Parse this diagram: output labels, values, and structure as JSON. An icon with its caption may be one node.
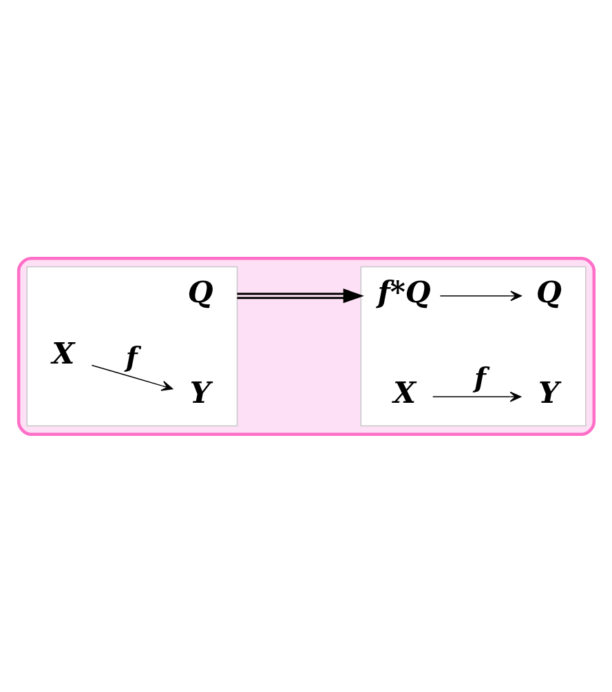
{
  "diagram": {
    "nodes": [
      {
        "text": [],
        "shape": "box"
      },
      {
        "text": [],
        "shape": "box",
        "in": 0
      },
      {
        "text": [
          "Q"
        ],
        "in": 1
      },
      {
        "text": [
          "X"
        ],
        "in": 1
      },
      {
        "text": [
          "Y"
        ],
        "in": 1
      },
      {
        "text": [],
        "shape": "box",
        "in": 0
      },
      {
        "text": [
          "f*Q"
        ],
        "in": 5
      },
      {
        "text": [
          "Q"
        ],
        "in": 5
      },
      {
        "text": [
          "X"
        ],
        "in": 5
      },
      {
        "text": [
          "Y"
        ],
        "in": 5
      }
    ],
    "edges": [
      {
        "from": 3,
        "to": 4,
        "arrow": "to",
        "label": "f"
      },
      {
        "from": 1,
        "to": 5,
        "arrow": "to",
        "style": "thick"
      },
      {
        "from": 6,
        "to": 7,
        "arrow": "to"
      },
      {
        "from": 8,
        "to": 9,
        "arrow": "to",
        "label": "f"
      }
    ]
  }
}
